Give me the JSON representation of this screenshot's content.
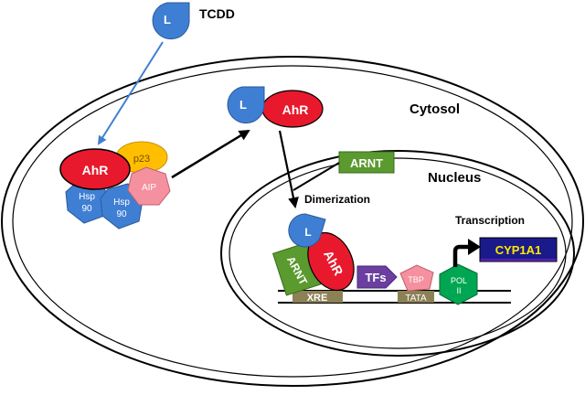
{
  "ligand": {
    "label": "L",
    "name": "TCDD"
  },
  "compartments": {
    "cytosol": "Cytosol",
    "nucleus": "Nucleus"
  },
  "complex": {
    "ahr": "AhR",
    "p23": "p23",
    "aip": "AIP",
    "hsp_a": [
      "Hsp",
      "90"
    ],
    "hsp_b": [
      "Hsp",
      "90"
    ]
  },
  "bound": {
    "ligand": "L",
    "ahr": "AhR"
  },
  "arnt": "ARNT",
  "dimerization": "Dimerization",
  "dna_complex": {
    "ligand": "L",
    "ahr": "AhR",
    "arnt": "ARNT",
    "tfs": "TFs",
    "tbp": "TBP",
    "pol": [
      "POL",
      "II"
    ]
  },
  "dna": {
    "xre": "XRE",
    "tata": "TATA"
  },
  "transcription": "Transcription",
  "gene": "CYP1A1",
  "colors": {
    "ligand": "#3f7fd3",
    "ahr": "#e8192c",
    "hsp": "#3f7fd3",
    "p23": "#ffbf00",
    "aip": "#f5909e",
    "arnt": "#5a9a2e",
    "tfs": "#6b3fa0",
    "tbp": "#f5909e",
    "pol": "#00a651",
    "dna_box": "#8c8055",
    "gene_bg": "#1f1f8c",
    "gene_text": "#ffea00",
    "arrow_blue": "#3f7fd3"
  }
}
